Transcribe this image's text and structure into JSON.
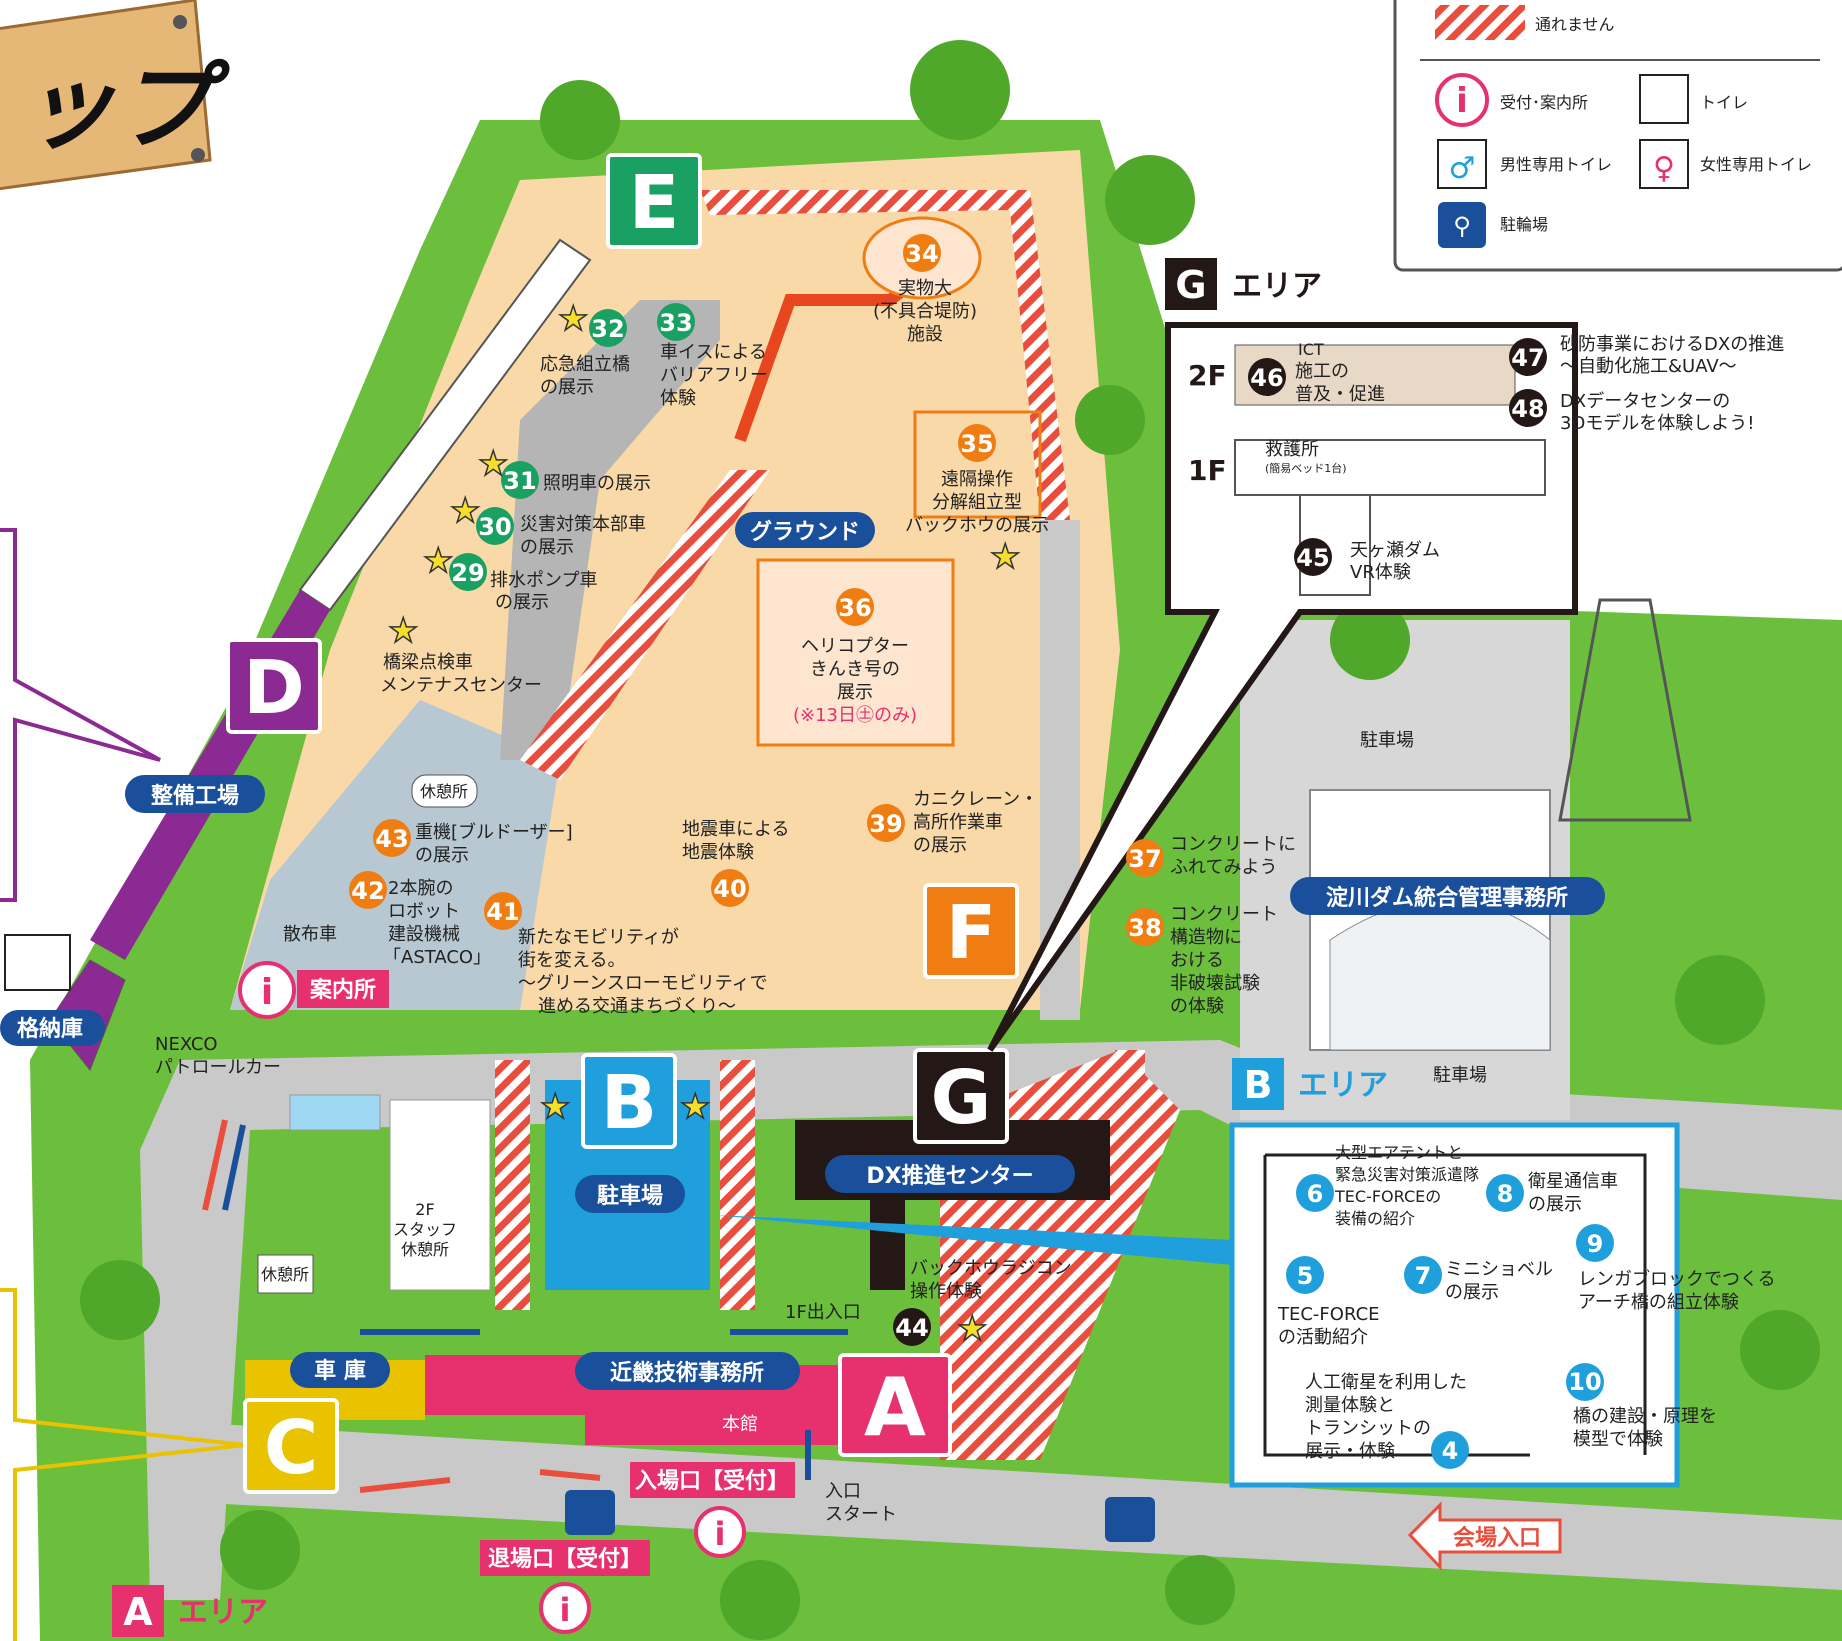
{
  "legend": {
    "no_entry": "通れません",
    "info": "受付･案内所",
    "toilet": "トイレ",
    "men_toilet": "男性専用トイレ",
    "women_toilet": "女性専用トイレ",
    "bike_parking": "駐輪場"
  },
  "title_fragment": "ップ",
  "areas": {
    "A": "A",
    "B": "B",
    "C": "C",
    "D": "D",
    "E": "E",
    "F": "F",
    "G": "G",
    "area_suffix": "エリア"
  },
  "buildings": {
    "maintenance_shop": "整備工場",
    "storage": "格納庫",
    "garage": "車 庫",
    "kinki_office": "近畿技術事務所",
    "main_hall": "本館",
    "dx_center": "DX推進センター",
    "yodogawa_dam_office": "淀川ダム統合管理事務所",
    "parking_b": "駐車場",
    "ground": "グラウンド"
  },
  "labels": {
    "info_center": "案内所",
    "entrance_reception": "入場口【受付】",
    "exit_reception": "退場口【受付】",
    "venue_entrance": "会場入口",
    "entrance_start_1": "入口",
    "entrance_start_2": "スタート",
    "floor1_exit": "1F出入口",
    "parking_1": "駐車場",
    "parking_2": "駐車場",
    "rest_area_1": "休憩所",
    "rest_area_2": "休憩所",
    "staff_rest_1": "2F",
    "staff_rest_2": "スタッフ",
    "staff_rest_3": "休憩所",
    "spreader": "散布車",
    "nexco_1": "NEXCO",
    "nexco_2": "パトロールカー",
    "bridge_center_1": "橋梁点検車",
    "bridge_center_2": "メンテナスセンター"
  },
  "g_building": {
    "floor2": "2F",
    "floor1": "1F",
    "ict_1": "ICT",
    "ict_2": "施工の",
    "ict_3": "普及・促進",
    "rescue": "救護所",
    "rescue_note": "(簡易ベッド1台)",
    "ex47_1": "砂防事業におけるDXの推進",
    "ex47_2": "〜自動化施工&UAV〜",
    "ex48_1": "DXデータセンターの",
    "ex48_2": "3Dモデルを体験しよう!",
    "ex45_1": "天ヶ瀬ダム",
    "ex45_2": "VR体験"
  },
  "b_area_box": {
    "ex6_0": "大型エアテントと",
    "ex6_1": "緊急災害対策派遣隊",
    "ex6_2": "TEC-FORCEの",
    "ex6_3": "装備の紹介",
    "ex8_1": "衛星通信車",
    "ex8_2": "の展示",
    "ex9_1": "レンガブロックでつくる",
    "ex9_2": "アーチ橋の組立体験",
    "ex5_1": "TEC-FORCE",
    "ex5_2": "の活動紹介",
    "ex7_1": "ミニショベル",
    "ex7_2": "の展示",
    "ex4_1": "人工衛星を利用した",
    "ex4_2": "測量体験と",
    "ex4_3": "トランシットの",
    "ex4_4": "展示・体験",
    "ex10_1": "橋の建設・原理を",
    "ex10_2": "模型で体験"
  },
  "exhibits": {
    "e29_1": "排水ポンプ車",
    "e29_2": "の展示",
    "e30_1": "災害対策本部車",
    "e30_2": "の展示",
    "e31": "照明車の展示",
    "e32_1": "応急組立橋",
    "e32_2": "の展示",
    "e33_1": "車イスによる",
    "e33_2": "バリアフリー",
    "e33_3": "体験",
    "e34_1": "実物大",
    "e34_2": "(不具合堤防)",
    "e34_3": "施設",
    "e35_1": "遠隔操作",
    "e35_2": "分解組立型",
    "e35_3": "バックホウの展示",
    "e36_1": "ヘリコプター",
    "e36_2": "きんき号の",
    "e36_3": "展示",
    "e36_4": "(※13日㊏のみ)",
    "e37_1": "コンクリートに",
    "e37_2": "ふれてみよう",
    "e38_1": "コンクリート",
    "e38_2": "構造物に",
    "e38_3": "おける",
    "e38_4": "非破壊試験",
    "e38_5": "の体験",
    "e39_1": "カニクレーン・",
    "e39_2": "高所作業車",
    "e39_3": "の展示",
    "e40_1": "地震車による",
    "e40_2": "地震体験",
    "e41_1": "新たなモビリティが",
    "e41_2": "街を変える。",
    "e41_3": "〜グリーンスローモビリティで",
    "e41_4": "進める交通まちづくり〜",
    "e42_1": "2本腕の",
    "e42_2": "ロボット",
    "e42_3": "建設機械",
    "e42_4": "「ASTACO」",
    "e43_1": "重機[ブルドーザー]",
    "e43_2": "の展示",
    "e44_1": "バックホウラジコン",
    "e44_2": "操作体験"
  },
  "numbers": {
    "n4": "4",
    "n5": "5",
    "n6": "6",
    "n7": "7",
    "n8": "8",
    "n9": "9",
    "n10": "10",
    "n29": "29",
    "n30": "30",
    "n31": "31",
    "n32": "32",
    "n33": "33",
    "n34": "34",
    "n35": "35",
    "n36": "36",
    "n37": "37",
    "n38": "38",
    "n39": "39",
    "n40": "40",
    "n41": "41",
    "n42": "42",
    "n43": "43",
    "n44": "44",
    "n45": "45",
    "n46": "46",
    "n47": "47",
    "n48": "48"
  },
  "colors": {
    "ground": "#f9d9a8",
    "green": "#6cbf3c",
    "road": "#c9c9c9",
    "area_a": "#e7306e",
    "area_b": "#1f9fdc",
    "area_c": "#e9c200",
    "area_d": "#8b2a92",
    "area_e": "#1aa063",
    "area_f": "#ef7d12",
    "area_g": "#231815",
    "label_blue": "#1a4f9b",
    "exhibit_orange": "#ef7d12",
    "exhibit_green": "#1aa063",
    "no_entry_stripe": "#e94e3d"
  }
}
